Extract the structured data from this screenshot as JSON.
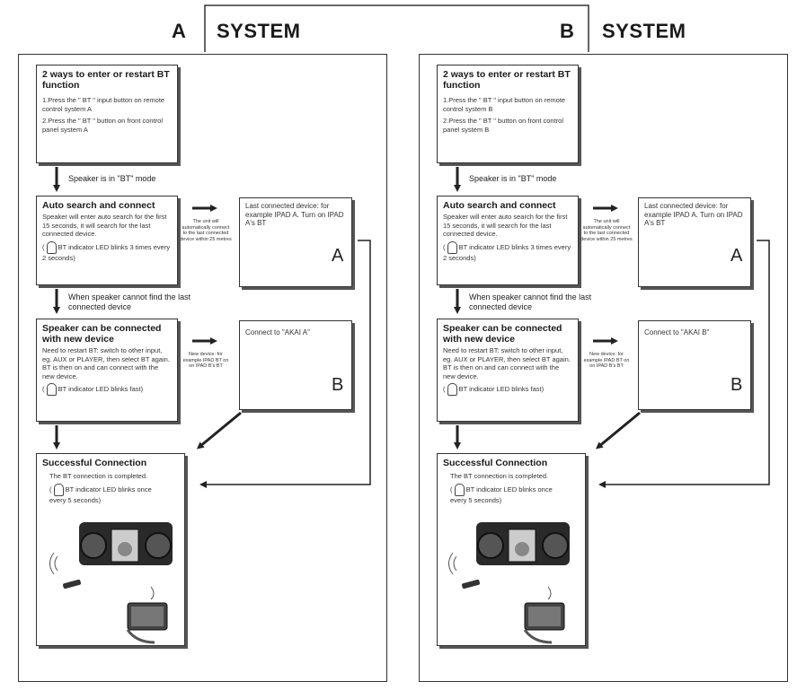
{
  "header": {
    "a_letter": "A",
    "a_system": "SYSTEM",
    "b_letter": "B",
    "b_system": "SYSTEM"
  },
  "system_a": {
    "enter_title": "2 ways to enter or restart BT function",
    "enter_step1": "1.Press the \" BT \" input button on remote control system A",
    "enter_step2": "2.Press the \" BT \" button on front control panel system A",
    "mode_label": "Speaker is in \"BT\" mode",
    "auto_title": "Auto search and connect",
    "auto_text": "Speaker will enter auto search for the first 15 seconds, it will search for the last connected device.",
    "auto_led": "BT indicator LED blinks 3 times every 2 seconds)",
    "auto_note": "The unit will automatically connect to the last connected device within 25 metres",
    "last_device_text": "Last connected device: for example IPAD A. Turn on IPAD A's BT",
    "last_device_letter": "A",
    "cannot_find_label": "When speaker cannot find the last connected device",
    "new_title": "Speaker can be connected with new device",
    "new_text": "Need to restart BT: switch to other input, eg. AUX or PLAYER, then select BT again. BT is then on and can connect with the new device.",
    "new_led": "BT indicator LED blinks fast)",
    "new_note": "New device: for example IPAD BT on on IPAD B's BT",
    "connect_text": "Connect to \"AKAI A\"",
    "connect_letter": "B",
    "success_title": "Successful Connection",
    "success_text": "The BT connection is completed.",
    "success_led": "BT indicator LED blinks once every 5 seconds)"
  },
  "system_b": {
    "enter_title": "2 ways to enter or restart BT function",
    "enter_step1": "1.Press the \" BT \" input button on remote control system B",
    "enter_step2": "2.Press the \" BT \" button on front control panel system B",
    "mode_label": "Speaker is in \"BT\" mode",
    "auto_title": "Auto search and connect",
    "auto_text": "Speaker will enter auto search for the first 15 seconds, it will search for the last connected device.",
    "auto_led": "BT indicator LED blinks 3 times every 2 seconds)",
    "auto_note": "The unit will automatically connect to the last connected device within 25 metres",
    "last_device_text": "Last connected device: for example IPAD A. Turn on IPAD A's BT",
    "last_device_letter": "A",
    "cannot_find_label": "When speaker cannot find the last connected device",
    "new_title": "Speaker can be connected with new device",
    "new_text": "Need to restart BT: switch to other input, eg. AUX or PLAYER, then select BT again. BT is then on and can connect with the new device.",
    "new_led": "BT indicator LED blinks fast)",
    "new_note": "New device: for example IPAD BT on on IPAD B's BT",
    "connect_text": "Connect to \"AKAI B\"",
    "connect_letter": "B",
    "success_title": "Successful Connection",
    "success_text": "The BT connection is completed.",
    "success_led": "BT indicator LED blinks once every 5 seconds)"
  }
}
